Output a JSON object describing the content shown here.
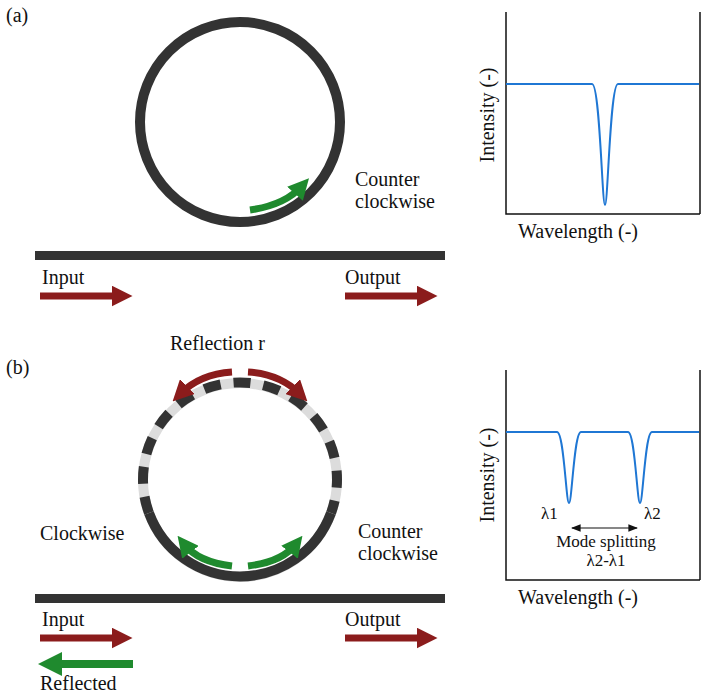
{
  "diagram": {
    "labels": [
      "(a)",
      "Counter clockwise",
      "Intensity (-)",
      "Wavelength (-)",
      "Input",
      "Output",
      "(b)",
      "Reflection r",
      "Clockwise",
      "Counter clockwise",
      "Intensity (-)",
      "Wavelength (-)",
      "λ1",
      "λ2",
      "Mode splitting λ2-λ1",
      "Input",
      "Output",
      "Reflected"
    ]
  }
}
